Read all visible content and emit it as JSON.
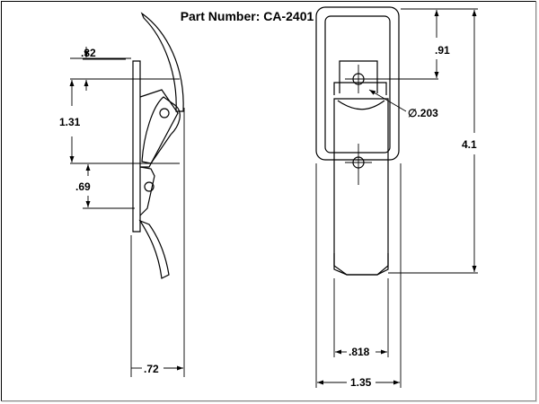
{
  "title": "Part Number: CA-2401",
  "side_view": {
    "dims": {
      "d1": ".32",
      "d2": "1.31",
      "d3": ".69",
      "d4": ".72"
    }
  },
  "front_view": {
    "dims": {
      "d1": ".91",
      "d2": "∅.203",
      "d3": "4.1",
      "d4": ".818",
      "d5": "1.35"
    }
  }
}
